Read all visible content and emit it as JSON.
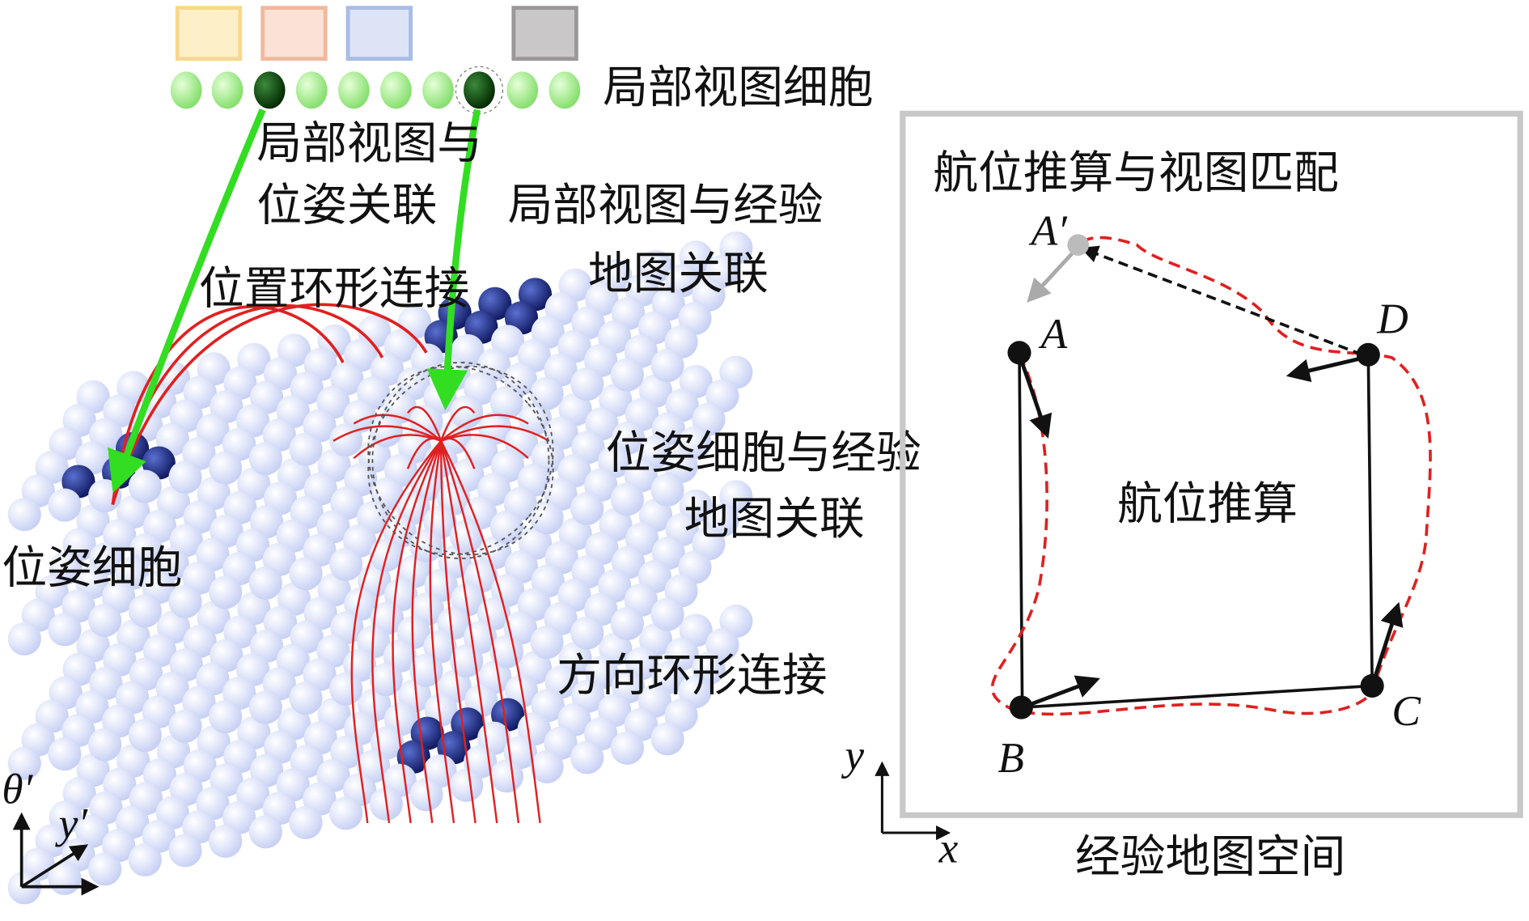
{
  "labels": {
    "local_view_cells": "局部视图细胞",
    "lv_pose_assoc_1": "局部视图与",
    "lv_pose_assoc_2": "位姿关联",
    "lv_exp_assoc_1": "局部视图与经验",
    "lv_exp_assoc_2": "地图关联",
    "position_ring": "位置环形连接",
    "pose_exp_assoc_1": "位姿细胞与经验",
    "pose_exp_assoc_2": "地图关联",
    "pose_cells": "位姿细胞",
    "direction_ring": "方向环形连接",
    "dr_view_match": "航位推算与视图匹配",
    "dead_reckoning": "航位推算",
    "exp_map_space": "经验地图空间"
  },
  "axes_left": {
    "theta": "θ′",
    "y": "y′"
  },
  "axes_right": {
    "x": "x",
    "y": "y"
  },
  "nodes": {
    "A": "A",
    "A_prime": "A′",
    "B": "B",
    "C": "C",
    "D": "D"
  },
  "colors": {
    "green": "#33dd22",
    "red": "#e02020",
    "sphere": "#dfe6fb",
    "active": "#1c2a7a",
    "frame": "#c8c8c8"
  }
}
